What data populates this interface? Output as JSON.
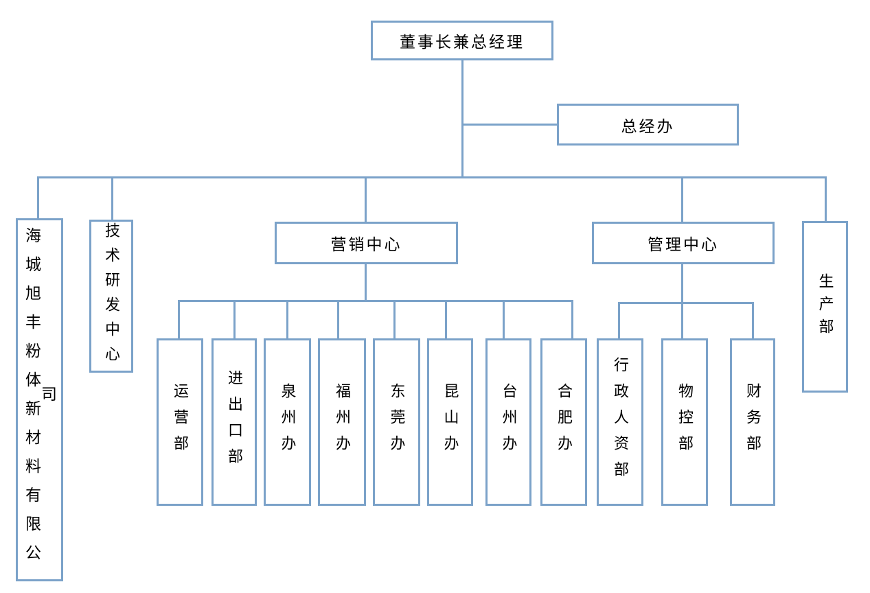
{
  "diagram": {
    "type": "org-chart",
    "accent_color": "#7ba2c9",
    "text_color": "#000000",
    "nodes": {
      "chairman": "董事长兼总经理",
      "gm_office": "总经办",
      "company": "海城旭丰粉体新材料有限公司",
      "rnd_center": "技术研发中心",
      "marketing_center": "营销中心",
      "management_center": "管理中心",
      "production_dept": "生产部",
      "marketing_children": [
        "运营部",
        "进出口部",
        "泉州办",
        "福州办",
        "东莞办",
        "昆山办",
        "台州办",
        "合肥办"
      ],
      "management_children": [
        "行政人资部",
        "物控部",
        "财务部"
      ]
    },
    "structure": {
      "root": "董事长兼总经理",
      "root_staff": "总经办",
      "root_children": [
        "海城旭丰粉体新材料有限公司",
        "技术研发中心",
        "营销中心",
        "管理中心",
        "生产部"
      ],
      "marketing_center_children": [
        "运营部",
        "进出口部",
        "泉州办",
        "福州办",
        "东莞办",
        "昆山办",
        "台州办",
        "合肥办"
      ],
      "management_center_children": [
        "行政人资部",
        "物控部",
        "财务部"
      ]
    }
  }
}
